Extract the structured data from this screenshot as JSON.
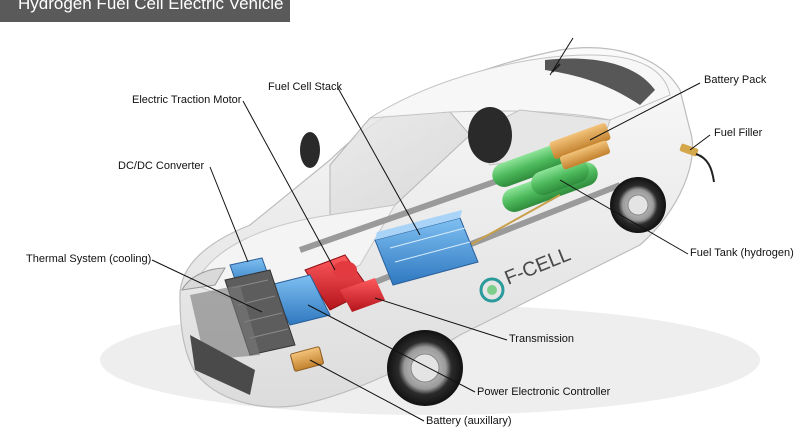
{
  "title": "Hydrogen Fuel Cell Electric Vehicle",
  "badge_text": "F-CELL",
  "labels": {
    "battery_pack": "Battery Pack",
    "fuel_filler": "Fuel Filler",
    "fuel_cell_stack": "Fuel Cell Stack",
    "electric_traction_motor": "Electric Traction Motor",
    "dc_dc_converter": "DC/DC Converter",
    "thermal_system": "Thermal System (cooling)",
    "fuel_tank": "Fuel Tank (hydrogen)",
    "transmission": "Transmission",
    "power_electronic_controller": "Power Electronic Controller",
    "battery_auxiliary": "Battery (auxillary)"
  },
  "colors": {
    "title_bar": "#5a5a5a",
    "fuel_cell": "#3f8fd6",
    "motor": "#d9262b",
    "fuel_tank": "#5cc46a",
    "battery_pack": "#e0a34a",
    "body": "#f2f2f2"
  }
}
